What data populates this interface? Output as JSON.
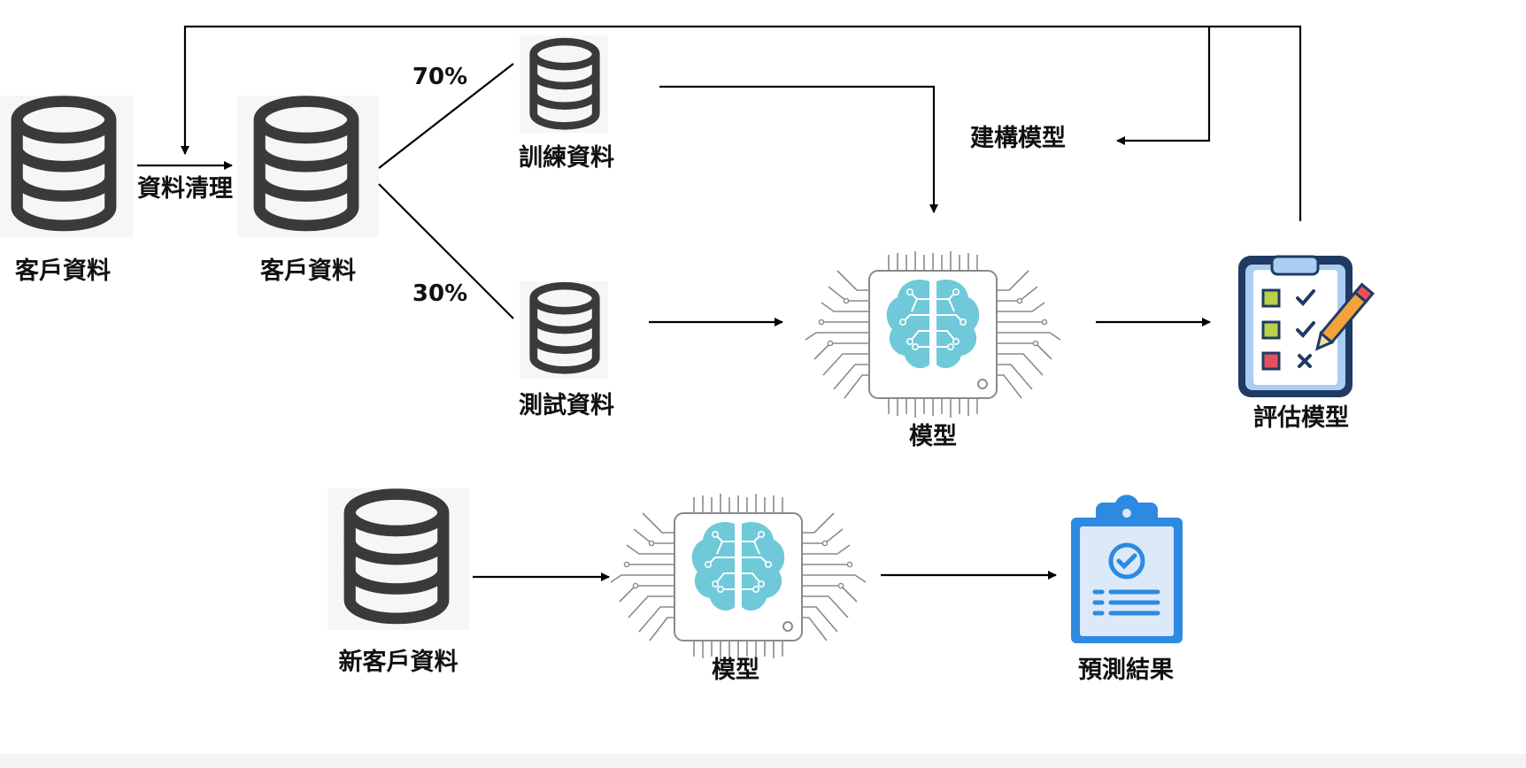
{
  "labels": {
    "customer_data_raw": "客戶資料",
    "data_cleaning": "資料清理",
    "customer_data_clean": "客戶資料",
    "pct_train": "70%",
    "pct_test": "30%",
    "training_data": "訓練資料",
    "test_data": "測試資料",
    "build_model": "建構模型",
    "model_top": "模型",
    "evaluate_model": "評估模型",
    "new_customer_data": "新客戶資料",
    "model_bottom": "模型",
    "prediction_result": "預測結果"
  },
  "colors": {
    "database": "#3a3a3a",
    "brain": "#6fc9d8",
    "chip_outline": "#8a8a8a",
    "clipboard_blue": "#2d8ae0",
    "clipboard_light": "#a9cdf3",
    "check_green": "#b9d14a",
    "cross_red": "#e8505b",
    "pencil_orange": "#f2a33a"
  },
  "icons": [
    "database-icon",
    "ai-chip-icon",
    "evaluation-clipboard-icon",
    "prediction-clipboard-icon"
  ]
}
